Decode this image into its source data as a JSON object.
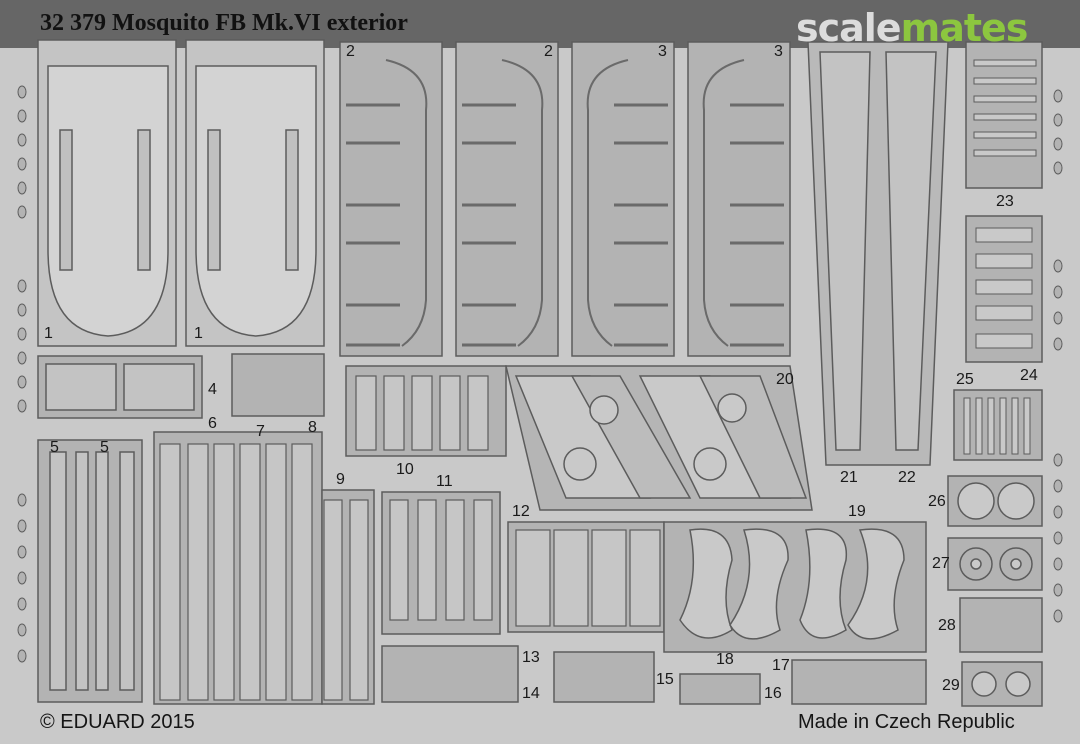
{
  "title": "32 379  Mosquito FB Mk.VI exterior",
  "watermark": {
    "part1": "scale",
    "part2": "mates"
  },
  "footer": {
    "left": "© EDUARD 2015",
    "right": "Made in Czech Republic"
  },
  "part_numbers": [
    "1",
    "1",
    "2",
    "2",
    "3",
    "3",
    "4",
    "5",
    "5",
    "6",
    "7",
    "8",
    "9",
    "10",
    "11",
    "12",
    "13",
    "14",
    "15",
    "16",
    "17",
    "18",
    "19",
    "20",
    "21",
    "22",
    "23",
    "24",
    "25",
    "26",
    "27",
    "28",
    "29"
  ],
  "colors": {
    "sheet": "#c9c9c9",
    "part": "#aeaeae",
    "outline": "#5f5f5f",
    "brand_green": "#8cc63f"
  }
}
